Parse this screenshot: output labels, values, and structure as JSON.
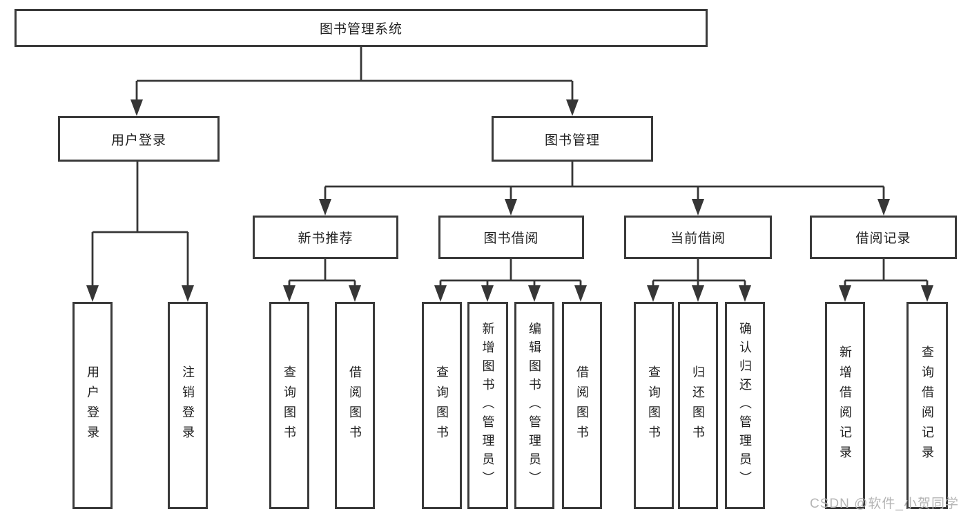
{
  "diagram": {
    "root": {
      "label": "图书管理系统"
    },
    "level2": [
      {
        "label": "用户登录"
      },
      {
        "label": "图书管理"
      }
    ],
    "level3": [
      {
        "label": "新书推荐"
      },
      {
        "label": "图书借阅"
      },
      {
        "label": "当前借阅"
      },
      {
        "label": "借阅记录"
      }
    ],
    "leaves": [
      {
        "label": "用户登录"
      },
      {
        "label": "注销登录"
      },
      {
        "label": "查询图书"
      },
      {
        "label": "借阅图书"
      },
      {
        "label": "查询图书"
      },
      {
        "label": "新增图书（管理员）"
      },
      {
        "label": "编辑图书（管理员）"
      },
      {
        "label": "借阅图书"
      },
      {
        "label": "查询图书"
      },
      {
        "label": "归还图书"
      },
      {
        "label": "确认归还（管理员）"
      },
      {
        "label": "新增借阅记录"
      },
      {
        "label": "查询借阅记录"
      }
    ],
    "structure": {
      "type": "tree",
      "root": "图书管理系统",
      "children": {
        "图书管理系统": [
          "用户登录",
          "图书管理"
        ],
        "用户登录": [
          "用户登录",
          "注销登录"
        ],
        "图书管理": [
          "新书推荐",
          "图书借阅",
          "当前借阅",
          "借阅记录"
        ],
        "新书推荐": [
          "查询图书",
          "借阅图书"
        ],
        "图书借阅": [
          "查询图书",
          "新增图书（管理员）",
          "编辑图书（管理员）",
          "借阅图书"
        ],
        "当前借阅": [
          "查询图书",
          "归还图书",
          "确认归还（管理员）"
        ],
        "借阅记录": [
          "新增借阅记录",
          "查询借阅记录"
        ]
      }
    },
    "watermark": "CSDN @软件_小贺同学",
    "colors": {
      "line": "#363636",
      "border": "#3a3a3a",
      "box_background": "#ffffff",
      "text": "#222222",
      "watermark": "#b5b5b5"
    }
  }
}
